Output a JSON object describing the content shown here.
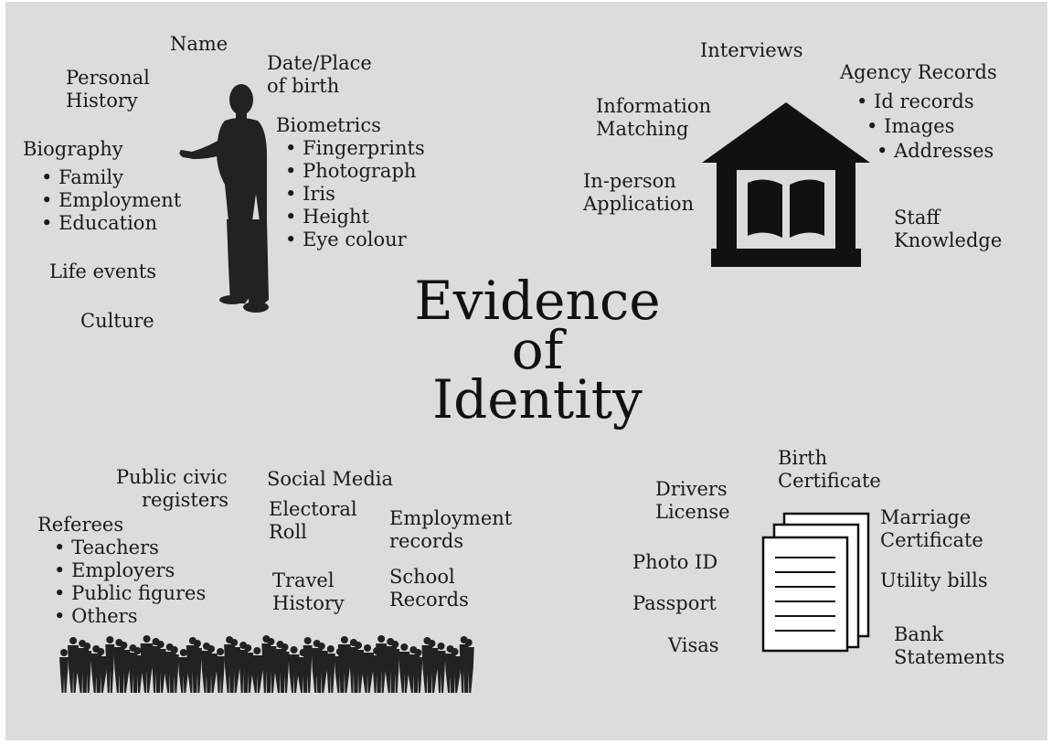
{
  "title": {
    "line1": "Evidence",
    "line2": "of",
    "line3": "Identity"
  },
  "person": {
    "name": "Name",
    "personal_history": [
      "Personal",
      "History"
    ],
    "date_place": [
      "Date/Place",
      "of birth"
    ],
    "biography": {
      "heading": "Biography",
      "items": [
        "Family",
        "Employment",
        "Education"
      ]
    },
    "biometrics": {
      "heading": "Biometrics",
      "items": [
        "Fingerprints",
        "Photograph",
        "Iris",
        "Height",
        "Eye colour"
      ]
    },
    "life_events": "Life events",
    "culture": "Culture"
  },
  "agency": {
    "interviews": "Interviews",
    "information_matching": [
      "Information",
      "Matching"
    ],
    "in_person": [
      "In-person",
      "Application"
    ],
    "agency_records": {
      "heading": "Agency Records",
      "items": [
        "Id records",
        "Images",
        "Addresses"
      ]
    },
    "staff_knowledge": [
      "Staff",
      "Knowledge"
    ]
  },
  "community": {
    "public_civic": [
      "Public civic",
      "registers"
    ],
    "social_media": "Social Media",
    "electoral_roll": [
      "Electoral",
      "Roll"
    ],
    "employment_records": [
      "Employment",
      "records"
    ],
    "travel_history": [
      "Travel",
      "History"
    ],
    "school_records": [
      "School",
      "Records"
    ],
    "referees": {
      "heading": "Referees",
      "items": [
        "Teachers",
        "Employers",
        "Public figures",
        "Others"
      ]
    }
  },
  "documents": {
    "birth_certificate": [
      "Birth",
      "Certificate"
    ],
    "drivers_license": [
      "Drivers",
      "License"
    ],
    "marriage_certificate": [
      "Marriage",
      "Certificate"
    ],
    "photo_id": "Photo ID",
    "utility_bills": "Utility bills",
    "passport": "Passport",
    "bank_statements": [
      "Bank",
      "Statements"
    ],
    "visas": "Visas"
  },
  "colors": {
    "background": "#dcdcdc",
    "ink": "#1a1a1a",
    "silhouette": "#222222"
  },
  "icons": [
    "person-silhouette-icon",
    "building-book-icon",
    "crowd-silhouette-icon",
    "documents-stack-icon"
  ]
}
